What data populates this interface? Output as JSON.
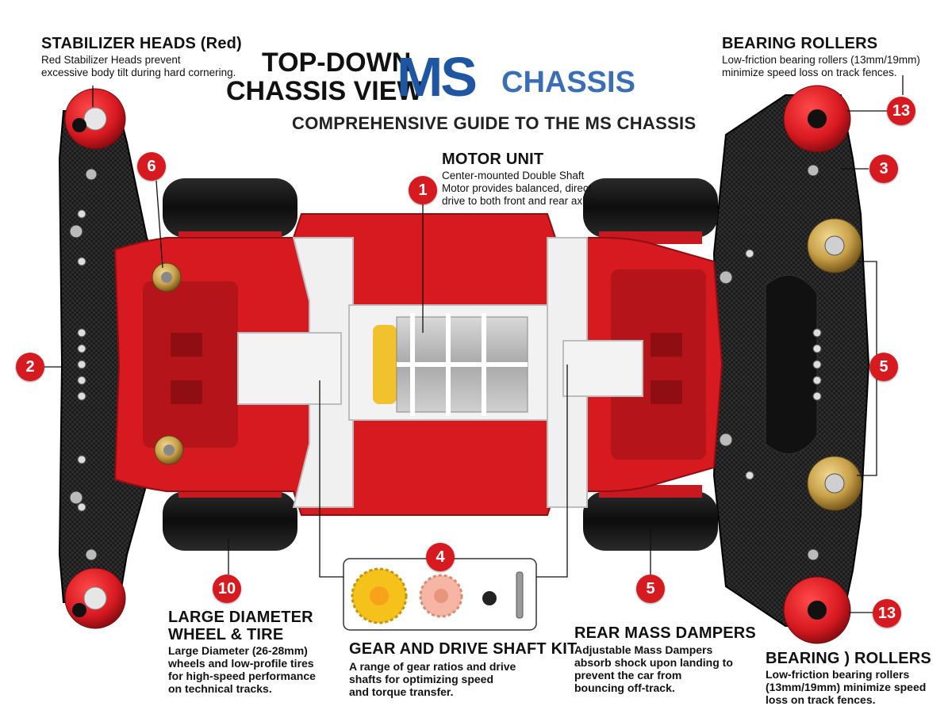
{
  "title": {
    "line1": "TOP-DOWN",
    "line2": "CHASSIS VIEW",
    "brand": "MS",
    "brand_word": "CHASSIS",
    "subtitle": "COMPREHENSIVE GUIDE TO THE MS CHASSIS"
  },
  "labels": {
    "stabilizer": {
      "heading": "STABILIZER HEADS (Red)",
      "line1": "Red Stabilizer Heads prevent",
      "line2": "excessive body tilt during hard cornering."
    },
    "bearing_top": {
      "heading": "BEARING ROLLERS",
      "line1": "Low-friction bearing rollers (13mm/19mm)",
      "line2": "minimize speed loss on track fences."
    },
    "motor": {
      "heading": "MOTOR UNIT",
      "line1": "Center-mounted Double Shaft",
      "line2": "Motor provides balanced, direct",
      "line3": "drive to both front and rear axles."
    },
    "wheel": {
      "heading1": "LARGE DIAMETER",
      "heading2": "WHEEL & TIRE",
      "line1": "Large Diameter (26-28mm)",
      "line2": "wheels and low-profile tires",
      "line3": "for high-speed performance",
      "line4": "on technical tracks."
    },
    "gear": {
      "heading": "GEAR AND DRIVE SHAFT KIT",
      "line1": "A range of gear ratios and drive",
      "line2": "shafts for optimizing speed",
      "line3": "and torque transfer."
    },
    "dampers": {
      "heading": "REAR MASS DAMPERS",
      "line1": "Adjustable Mass Dampers",
      "line2": "absorb shock upon landing to",
      "line3": "prevent the car from",
      "line4": "bouncing off-track."
    },
    "bearing_bottom": {
      "heading": "BEARING ) ROLLERS",
      "line1": "Low-friction bearing rollers",
      "line2": "(13mm/19mm) minimize speed",
      "line3": "loss on track fences."
    }
  },
  "callouts": {
    "c1": "1",
    "c2": "2",
    "c3": "3",
    "c4": "4",
    "c5_right": "5",
    "c5_bottom": "5",
    "c6": "6",
    "c10": "10",
    "c13_top": "13",
    "c13_bottom": "13"
  },
  "colors": {
    "chassis_red": "#d71920",
    "brand_blue": "#1f56a3",
    "carbon_black": "#1a1a1a",
    "part_white": "#f0f0f0",
    "brass": "#c9a24a"
  }
}
